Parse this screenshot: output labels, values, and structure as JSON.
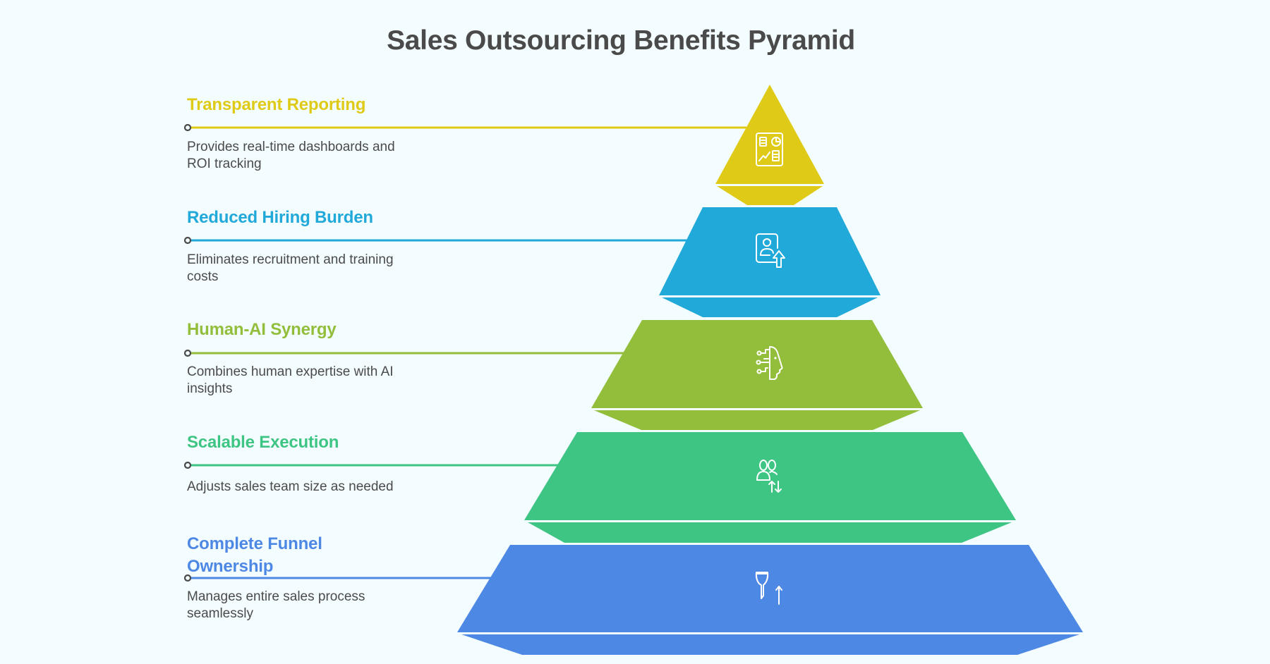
{
  "title": "Sales Outsourcing Benefits Pyramid",
  "background_color": "#F3FCFE",
  "connector_dot_color": "#4A4A4A",
  "levels": [
    {
      "heading": "Transparent Reporting",
      "description": "Provides real-time dashboards and ROI tracking",
      "color": "#DFCB17",
      "icon": "dashboard-report-icon"
    },
    {
      "heading": "Reduced Hiring Burden",
      "description": "Eliminates recruitment and training costs",
      "color": "#21A9D9",
      "icon": "user-badge-upload-icon"
    },
    {
      "heading": "Human-AI Synergy",
      "description": "Combines human expertise with AI insights",
      "color": "#93BE3B",
      "icon": "ai-head-circuit-icon"
    },
    {
      "heading": "Scalable Execution",
      "description": "Adjusts sales team size as needed",
      "color": "#3EC584",
      "icon": "team-scale-arrows-icon"
    },
    {
      "heading": "Complete Funnel Ownership",
      "description": "Manages entire sales process seamlessly",
      "color": "#4E88E5",
      "icon": "funnel-arrow-up-icon"
    }
  ]
}
